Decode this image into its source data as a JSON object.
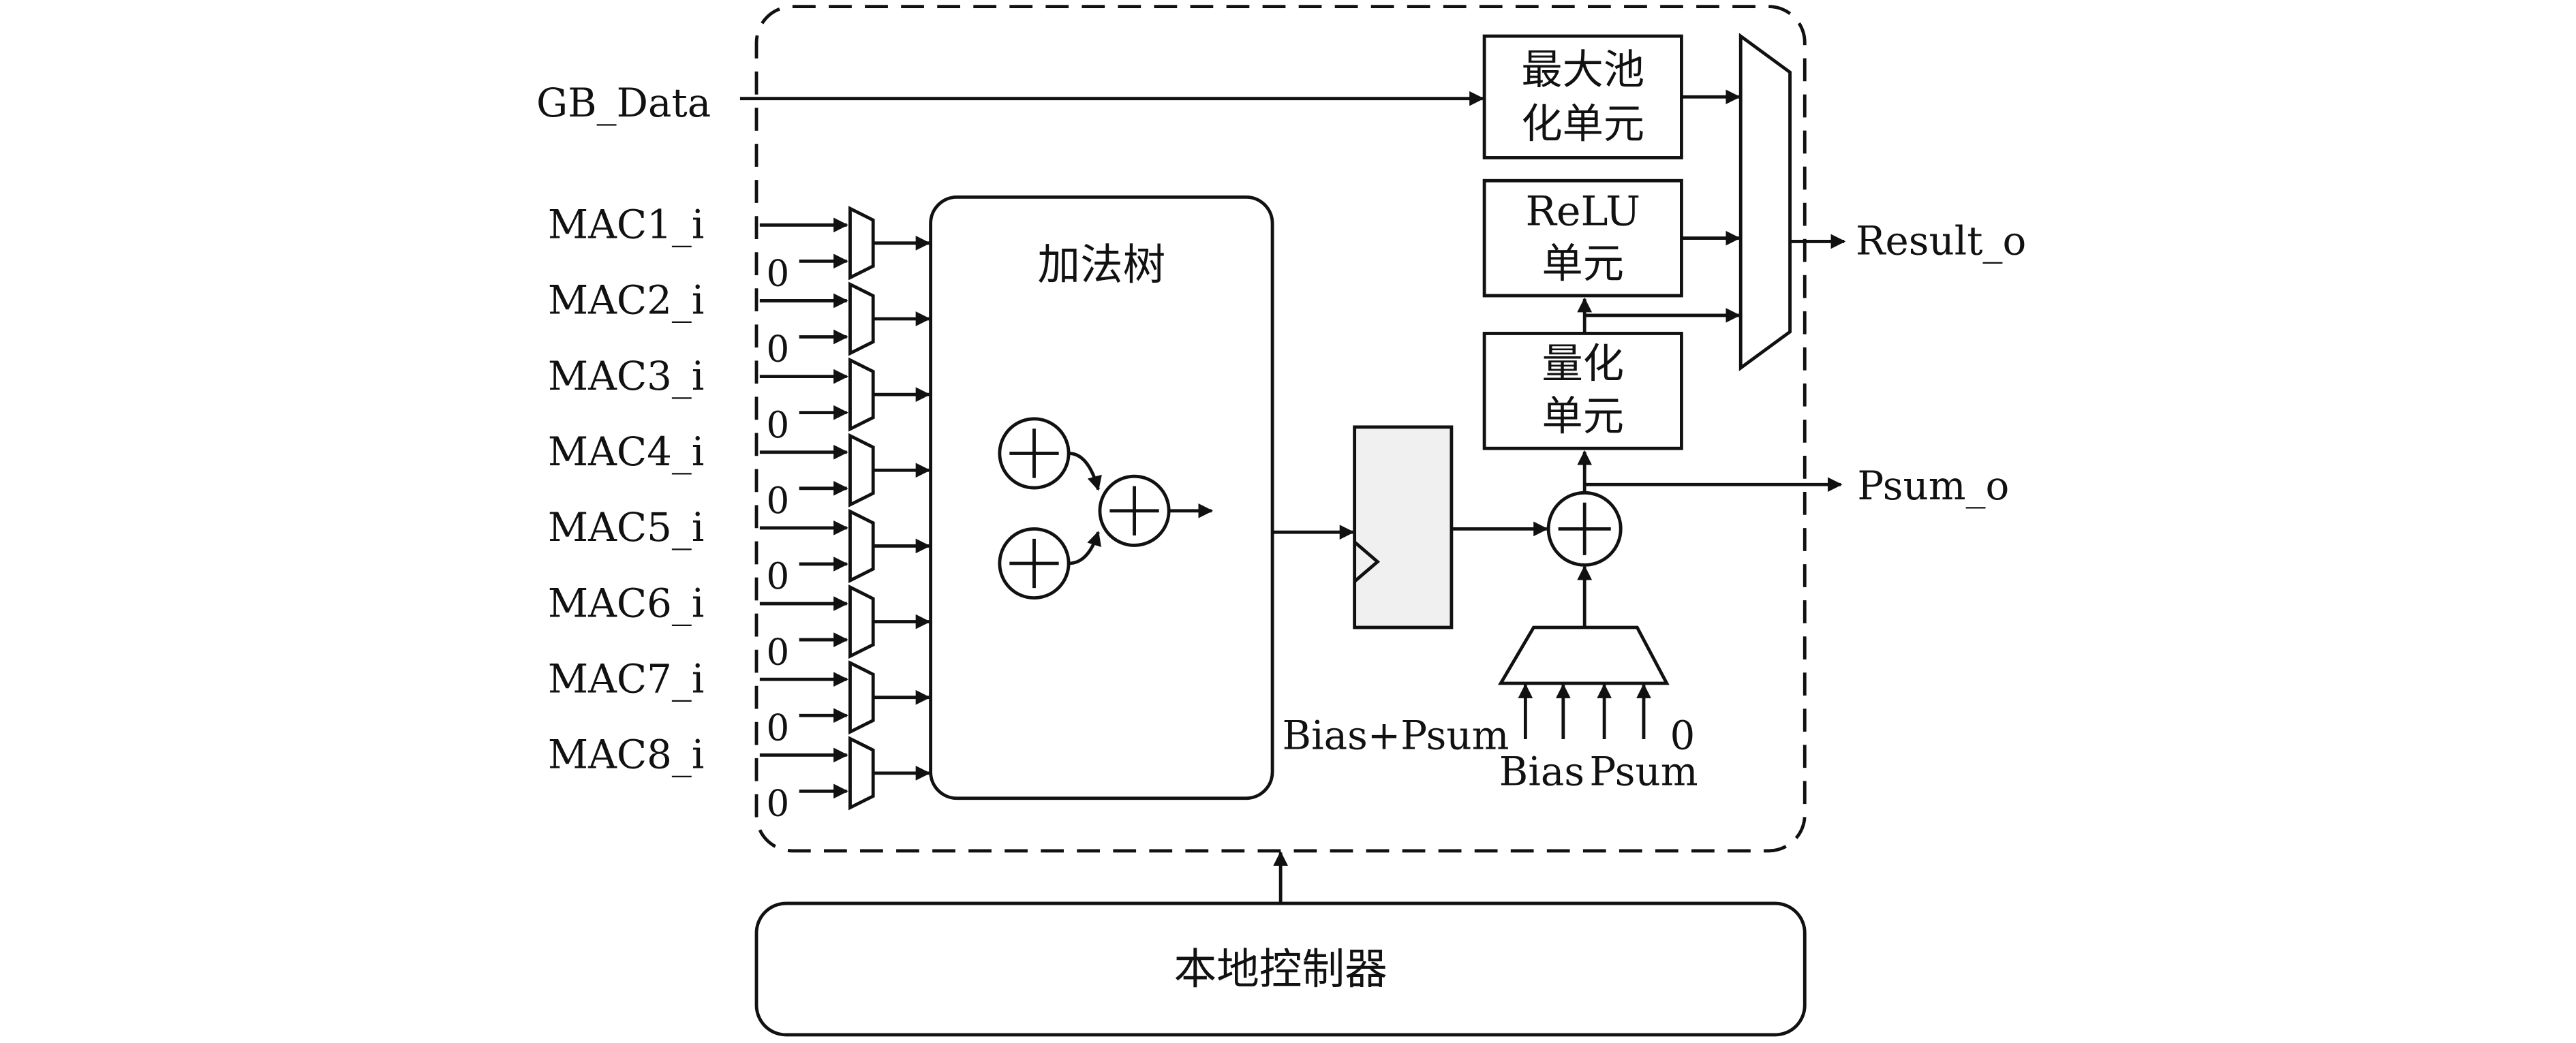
{
  "inputs": {
    "gb_data": "GB_Data",
    "mac": [
      "MAC1_i",
      "MAC2_i",
      "MAC3_i",
      "MAC4_i",
      "MAC5_i",
      "MAC6_i",
      "MAC7_i",
      "MAC8_i"
    ],
    "zero": "0"
  },
  "blocks": {
    "adder_tree": "加法树",
    "maxpool_line1": "最大池",
    "maxpool_line2": "化单元",
    "relu_line1": "ReLU",
    "relu_line2": "单元",
    "quant_line1": "量化",
    "quant_line2": "单元",
    "controller": "本地控制器"
  },
  "bias_mux_inputs": {
    "bias_psum": "Bias+Psum",
    "bias": "Bias",
    "psum": "Psum",
    "zero": "0"
  },
  "outputs": {
    "result": "Result_o",
    "psum": "Psum_o"
  }
}
